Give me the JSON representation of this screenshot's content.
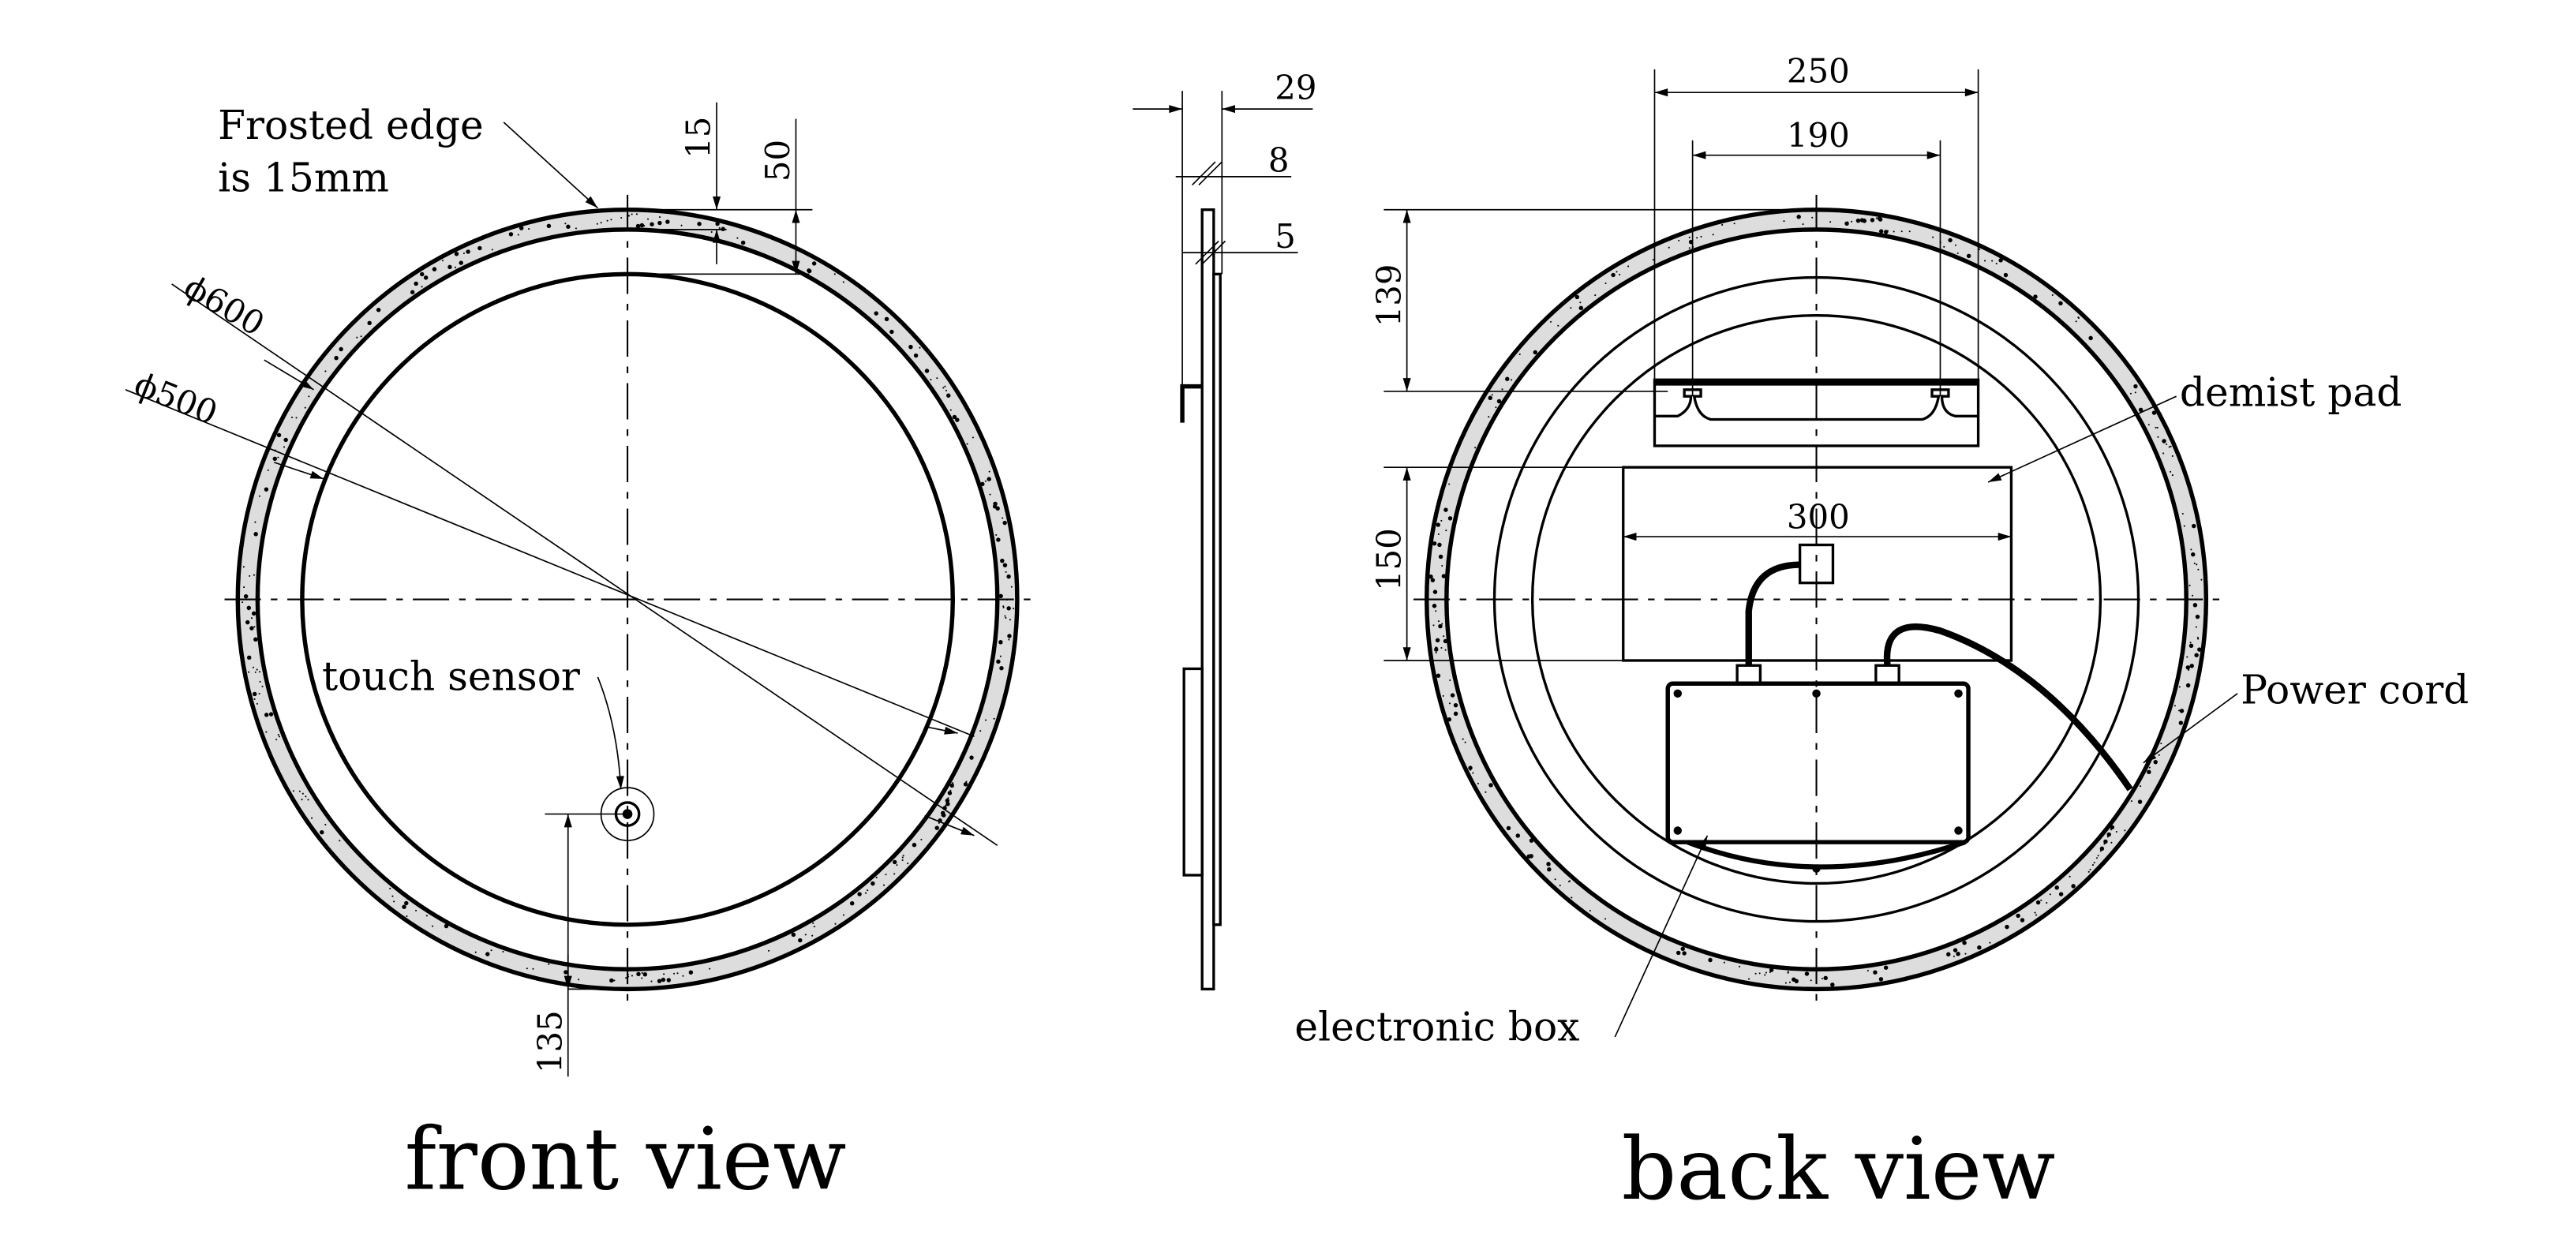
{
  "front_view": {
    "title": "front view",
    "frosted_note_line1": "Frosted edge",
    "frosted_note_line2": "is 15mm",
    "dim_15": "15",
    "dim_50": "50",
    "dim_d600": "ϕ600",
    "dim_d500": "ϕ500",
    "touch_sensor": "touch sensor",
    "dim_135": "135"
  },
  "side_view": {
    "dim_29": "29",
    "dim_8": "8",
    "dim_5": "5"
  },
  "back_view": {
    "title": "back view",
    "dim_250": "250",
    "dim_190": "190",
    "dim_139": "139",
    "dim_150": "150",
    "dim_300": "300",
    "demist_pad": "demist pad",
    "power_cord": "Power cord",
    "electronic_box": "electronic box"
  }
}
